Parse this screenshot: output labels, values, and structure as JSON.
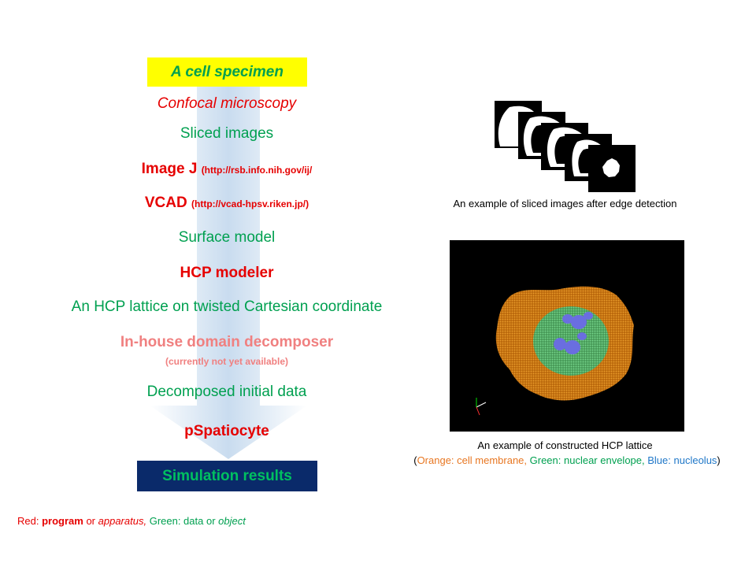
{
  "flow": {
    "top_box": "A cell specimen",
    "steps": {
      "confocal": "Confocal microscopy",
      "sliced": "Sliced images",
      "imagej_name": "Image J",
      "imagej_url": "(http://rsb.info.nih.gov/ij/",
      "vcad_name": "VCAD",
      "vcad_url": "(http://vcad-hpsv.riken.jp/)",
      "surface": "Surface model",
      "hcp_modeler": "HCP modeler",
      "hcp_lattice": "An HCP lattice on twisted Cartesian coordinate",
      "decomposer": "In-house domain decomposer",
      "decomposer_note": "(currently not yet available)",
      "decomposed": "Decomposed initial data",
      "pspatiocyte": "pSpatiocyte"
    },
    "bottom_box": "Simulation results"
  },
  "right": {
    "slices_caption": "An example of sliced images after edge detection",
    "lattice_caption": "An example of constructed HCP lattice",
    "legend": {
      "open": "(",
      "orange": "Orange: cell membrane,",
      "green": "Green: nuclear envelope,",
      "blue": "Blue: nucleolus",
      "close": ")"
    }
  },
  "bottom_legend": {
    "red_label": "Red:",
    "program": "program",
    "or1": "or",
    "apparatus": "apparatus,",
    "green_label": "Green: data or",
    "object": "object"
  },
  "colors": {
    "red": "#e60000",
    "green": "#00a050",
    "pink": "#f08080",
    "yellow": "#ffff00",
    "navy": "#0a2a6a",
    "orange": "#e87722",
    "blue": "#1f77c8"
  }
}
